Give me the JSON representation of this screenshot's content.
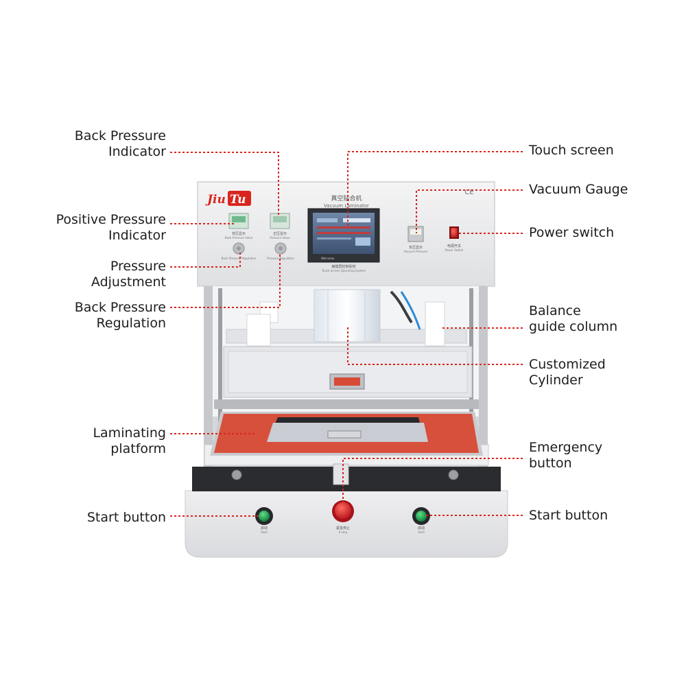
{
  "machine": {
    "logo_left": "Jiu",
    "logo_right": "Tu",
    "title_cn": "真空贴合机",
    "title_en": "Vacuum Laminator",
    "ce_mark": "CE",
    "screen_brand": "Weinview",
    "screen_caption_cn": "触摸屏控制系统",
    "screen_caption_en": "Touch Screen Operating System",
    "back_pressure_cn": "背压显示",
    "back_pressure_en": "Back Pressure Value",
    "positive_pressure_cn": "正压显示",
    "positive_pressure_en": "Pressure Value",
    "back_regulation_en": "Back Pressure Regulation",
    "pressure_regulation_en": "Pressure Regulation",
    "vacuum_gauge_cn": "负压显示",
    "vacuum_gauge_en": "Vacuum Pressure",
    "power_cn": "电源开关",
    "power_en": "Power Switch",
    "start_cn": "启动",
    "start_en": "Start",
    "estop_cn": "紧急停止",
    "estop_en": "E-stop"
  },
  "labels": {
    "back_pressure_indicator": [
      "Back Pressure",
      "Indicator"
    ],
    "positive_pressure_indicator": [
      "Positive Pressure",
      "Indicator"
    ],
    "pressure_adjustment": [
      "Pressure",
      "Adjustment"
    ],
    "back_pressure_regulation": [
      "Back Pressure",
      "Regulation"
    ],
    "laminating_platform": [
      "Laminating",
      "platform"
    ],
    "start_button_left": [
      "Start button"
    ],
    "touch_screen": [
      "Touch screen"
    ],
    "vacuum_gauge": [
      "Vacuum Gauge"
    ],
    "power_switch": [
      "Power switch"
    ],
    "balance_guide_column": [
      "Balance",
      "guide column"
    ],
    "customized_cylinder": [
      "Customized",
      "Cylinder"
    ],
    "emergency_button": [
      "Emergency",
      "button"
    ],
    "start_button_right": [
      "Start button"
    ]
  },
  "colors": {
    "leader": "#d9241c",
    "body": "#e9e9eb",
    "body_shadow": "#cfd0d3",
    "platform": "#d7503c",
    "estop": "#d21f26",
    "start": "#18a046",
    "power": "#d8261f",
    "screen": "#5a6f8c"
  }
}
